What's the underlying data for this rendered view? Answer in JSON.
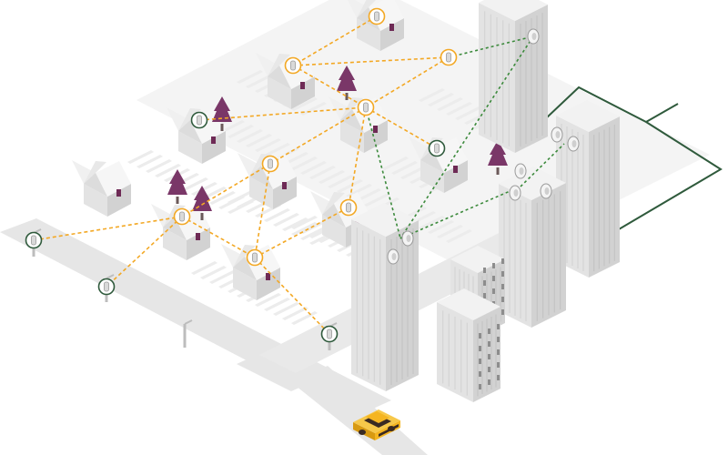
{
  "diagram": {
    "type": "isometric-network-illustration",
    "colors": {
      "background": "#ffffff",
      "ground": "#efefef",
      "road": "#e4e4e4",
      "parking_stripe": "#f4f4f4",
      "building_top": "#f2f2f2",
      "building_left": "#e3e3e3",
      "building_right": "#d2d2d2",
      "roof_light": "#f0f0f0",
      "roof_dark": "#d6d6d6",
      "window": "#6e2a55",
      "tree": "#7a3768",
      "trunk": "#6b5a5a",
      "mesh_link": "#f3a824",
      "backhaul_link": "#3c8a3c",
      "fiber_line": "#2f5a3c",
      "node_ring_orange": "#f3a824",
      "node_ring_green": "#2f5a3c",
      "car_body": "#f5b521",
      "car_dark": "#3a2a22"
    },
    "icons": {
      "mesh_node": "radio-node-icon",
      "dish": "microwave-dish-icon",
      "tree": "tree-icon",
      "house": "house-icon",
      "tower": "office-tower-icon",
      "car": "car-icon",
      "street_light": "street-light-icon"
    },
    "nodes": [
      {
        "id": "h-top",
        "ring": "orange"
      },
      {
        "id": "h-upper",
        "ring": "orange"
      },
      {
        "id": "hub",
        "ring": "orange"
      },
      {
        "id": "h-right-top",
        "ring": "orange"
      },
      {
        "id": "left-pole",
        "ring": "green"
      },
      {
        "id": "h-mid",
        "ring": "orange"
      },
      {
        "id": "right-pole",
        "ring": "green"
      },
      {
        "id": "h-left",
        "ring": "orange"
      },
      {
        "id": "h-center",
        "ring": "orange"
      },
      {
        "id": "h-lower",
        "ring": "orange"
      },
      {
        "id": "street-1",
        "ring": "green"
      },
      {
        "id": "street-2",
        "ring": "green"
      },
      {
        "id": "street-3",
        "ring": "green"
      }
    ],
    "mesh_links": [
      [
        "h-top",
        "h-upper"
      ],
      [
        "h-upper",
        "h-right-top"
      ],
      [
        "h-upper",
        "hub"
      ],
      [
        "h-right-top",
        "hub"
      ],
      [
        "left-pole",
        "hub"
      ],
      [
        "hub",
        "right-pole"
      ],
      [
        "hub",
        "h-mid"
      ],
      [
        "hub",
        "h-center"
      ],
      [
        "h-mid",
        "h-left"
      ],
      [
        "h-mid",
        "h-lower"
      ],
      [
        "h-left",
        "street-1"
      ],
      [
        "h-left",
        "h-lower"
      ],
      [
        "h-left",
        "street-2"
      ],
      [
        "h-lower",
        "h-center"
      ],
      [
        "h-lower",
        "street-3"
      ]
    ],
    "backhaul_links": [
      [
        "h-right-top",
        "tower-a"
      ],
      [
        "hub",
        "tower-b"
      ],
      [
        "tower-a",
        "tower-b"
      ],
      [
        "tower-b",
        "tower-c"
      ],
      [
        "tower-c",
        "tower-d"
      ]
    ]
  }
}
